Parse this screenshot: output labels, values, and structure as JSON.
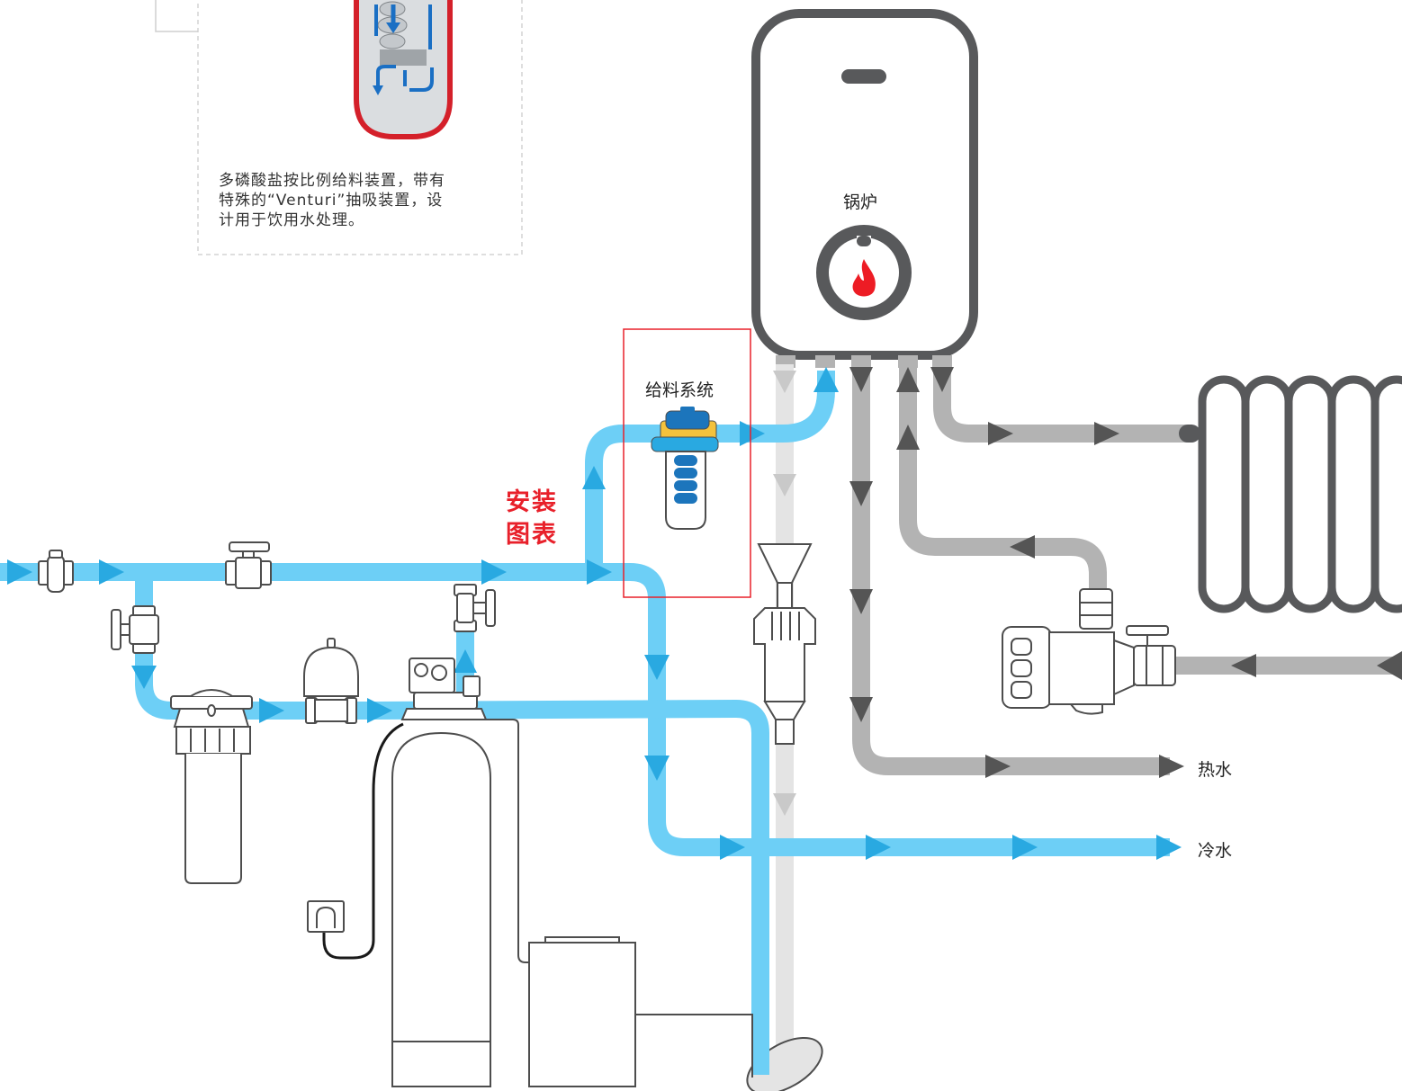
{
  "note": {
    "line1": "多磷酸盐按比例给料装置，带有",
    "line2": "特殊的“Venturi”抽吸装置，设",
    "line3": "计用于饮用水处理。"
  },
  "labels": {
    "boiler": "锅炉",
    "dosing_system": "给料系统",
    "install_line1": "安装",
    "install_line2": "图表",
    "hot_water": "热水",
    "cold_water": "冷水"
  },
  "colors": {
    "cold_pipe": "#6dcff6",
    "cold_arrow": "#29a9e1",
    "hot_pipe": "#b3b3b3",
    "hot_arrow": "#555555",
    "drain_pipe": "#e4e4e4",
    "highlight": "#e8202a",
    "outline": "#4d4d4d"
  }
}
